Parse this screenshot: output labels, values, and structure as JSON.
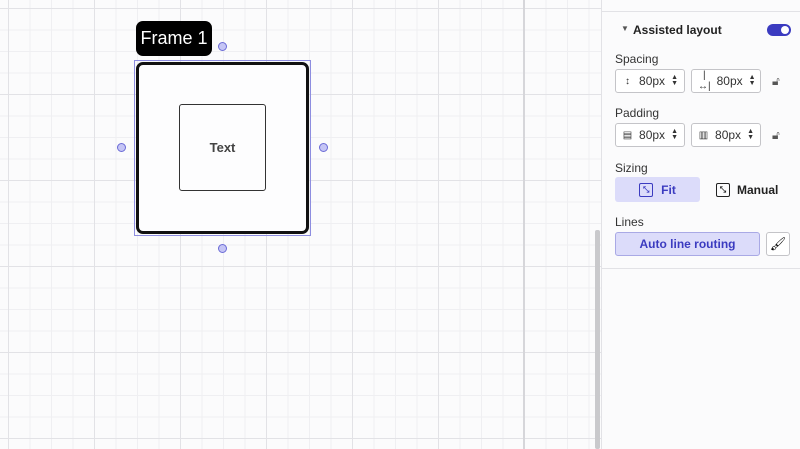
{
  "canvas": {
    "frame_label": "Frame 1",
    "inner_text": "Text"
  },
  "panel": {
    "title": "Assisted layout",
    "enabled": true,
    "spacing": {
      "label": "Spacing",
      "vertical": "80px",
      "horizontal": "80px"
    },
    "padding": {
      "label": "Padding",
      "vertical": "80px",
      "horizontal": "80px"
    },
    "sizing": {
      "label": "Sizing",
      "fit": "Fit",
      "manual": "Manual",
      "selected": "Fit"
    },
    "lines": {
      "label": "Lines",
      "auto": "Auto line routing"
    }
  }
}
